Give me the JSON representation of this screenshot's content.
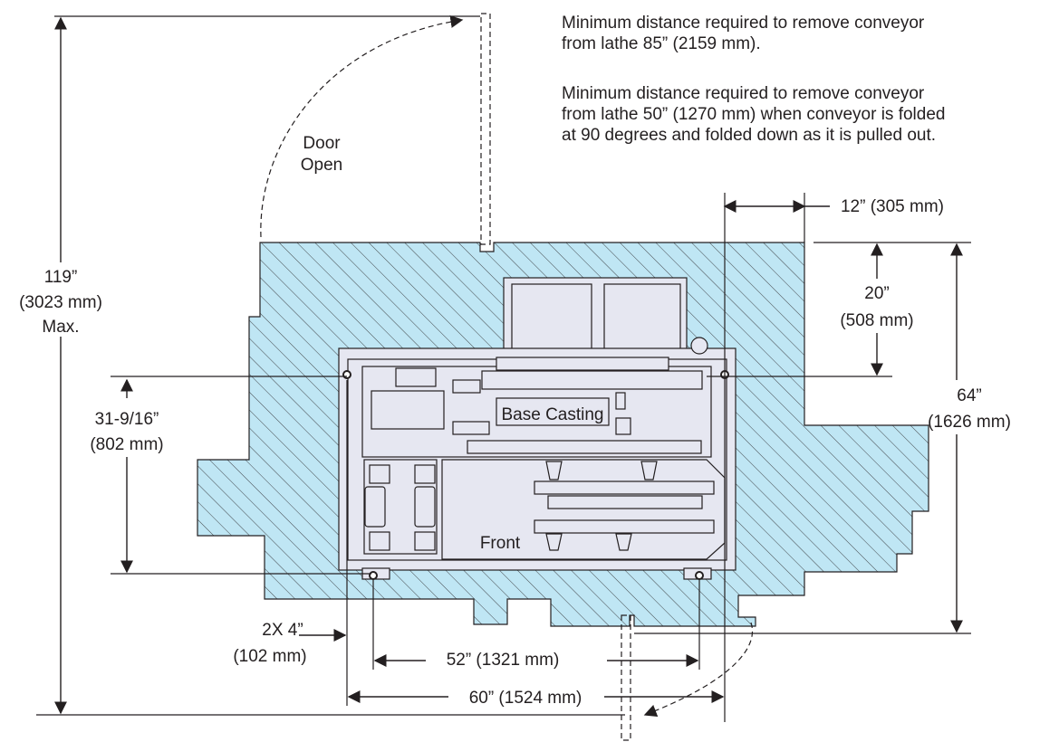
{
  "colors": {
    "floor_fill": "#bfe6f4",
    "machine_fill": "#e6e7f1",
    "line": "#231f20"
  },
  "notes": {
    "note_1_line_1": "Minimum distance required to remove conveyor",
    "note_1_line_2": "from lathe 85” (2159 mm).",
    "note_2_line_1": "Minimum distance required to remove conveyor",
    "note_2_line_2": "from lathe 50” (1270 mm) when conveyor is folded",
    "note_2_line_3": "at 90 degrees and folded down as it is pulled out."
  },
  "labels": {
    "door_open_1": "Door",
    "door_open_2": "Open",
    "base_casting": "Base Casting",
    "front": "Front"
  },
  "dimensions": {
    "overall_depth_1": "119”",
    "overall_depth_2": "(3023 mm)",
    "overall_depth_3": "Max.",
    "mount_depth_1": "31-9/16”",
    "mount_depth_2": "(802 mm)",
    "side_clearance": "12” (305 mm)",
    "rear_offset_1": "20”",
    "rear_offset_2": "(508 mm)",
    "total_depth_1": "64”",
    "total_depth_2": "(1626 mm)",
    "hole_offset_1": "2X 4”",
    "hole_offset_2": "(102 mm)",
    "inner_width": "52” (1321 mm)",
    "outer_width": "60” (1524 mm)"
  }
}
